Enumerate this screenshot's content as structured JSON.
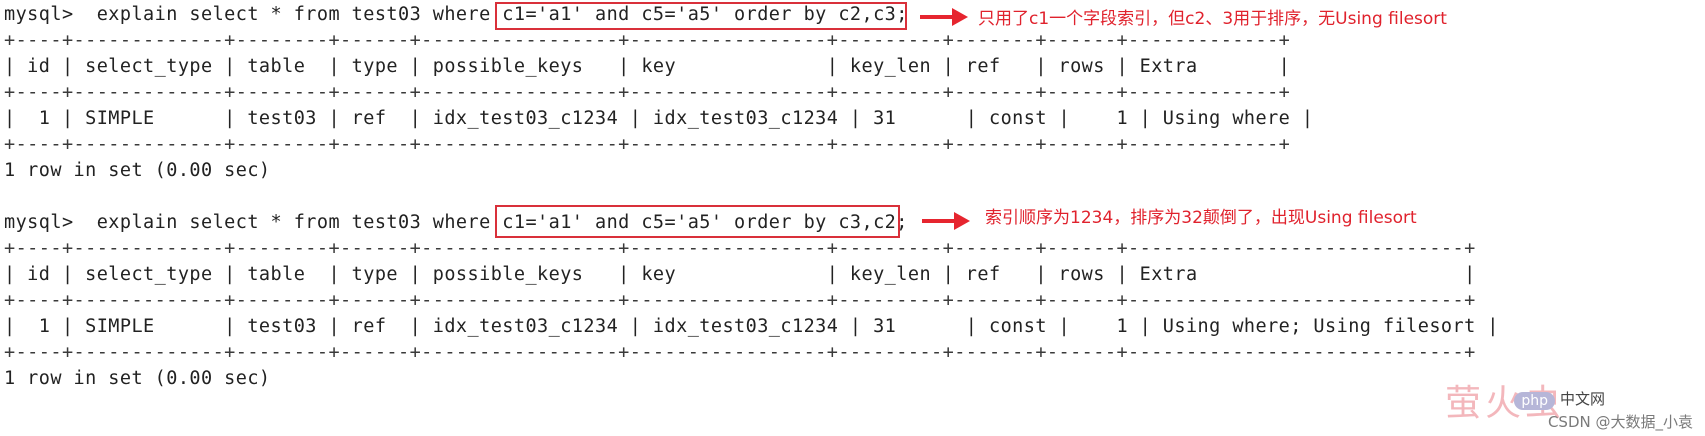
{
  "block1": {
    "prompt": "mysql>  explain select * from test03 where c1='a1' and c5='a5' order by c2,c3;",
    "border": "+----+-------------+--------+------+-----------------+-----------------+---------+-------+------+-------------+",
    "header": "| id | select_type | table  | type | possible_keys   | key             | key_len | ref   | rows | Extra       |",
    "row": "|  1 | SIMPLE      | test03 | ref  | idx_test03_c1234 | idx_test03_c1234 | 31      | const |    1 | Using where |",
    "footer": "1 row in set (0.00 sec)",
    "note": "只用了c1一个字段索引，但c2、3用于排序，无Using filesort"
  },
  "block2": {
    "prompt": "mysql>  explain select * from test03 where c1='a1' and c5='a5' order by c3,c2;",
    "border": "+----+-------------+--------+------+-----------------+-----------------+---------+-------+------+-----------------------------+",
    "header": "| id | select_type | table  | type | possible_keys   | key             | key_len | ref   | rows | Extra                       |",
    "row": "|  1 | SIMPLE      | test03 | ref  | idx_test03_c1234 | idx_test03_c1234 | 31      | const |    1 | Using where; Using filesort |",
    "footer": "1 row in set (0.00 sec)",
    "note": "索引顺序为1234，排序为32颠倒了，出现Using filesort"
  },
  "watermark": {
    "big": "萤火虫",
    "php": "php",
    "cn": "中文网",
    "csdn": "CSDN @大数据_小袁"
  },
  "colors": {
    "accent_red": "#e0222d",
    "text": "#222222"
  }
}
